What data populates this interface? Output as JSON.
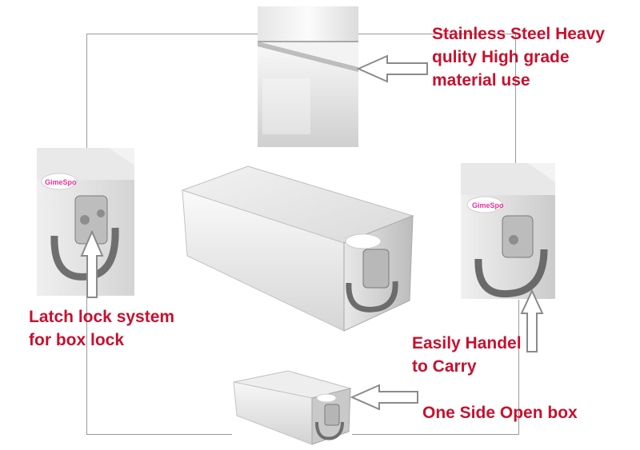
{
  "captions": {
    "steel": [
      "Stainless Steel Heavy",
      "qulity High grade",
      "material use"
    ],
    "latch": [
      "Latch lock system",
      "for box lock"
    ],
    "handle": [
      "Easily Handel",
      "to Carry"
    ],
    "open": [
      "One Side Open box"
    ]
  },
  "logo_text": "GimeSpo",
  "colors": {
    "caption": "#c8102e",
    "frame_line": "#9a9a9a",
    "arrow_stroke": "#8a8a8a",
    "steel_light": "#f6f6f6",
    "steel_mid": "#d8d8d8",
    "steel_dark": "#9c9c9c"
  }
}
